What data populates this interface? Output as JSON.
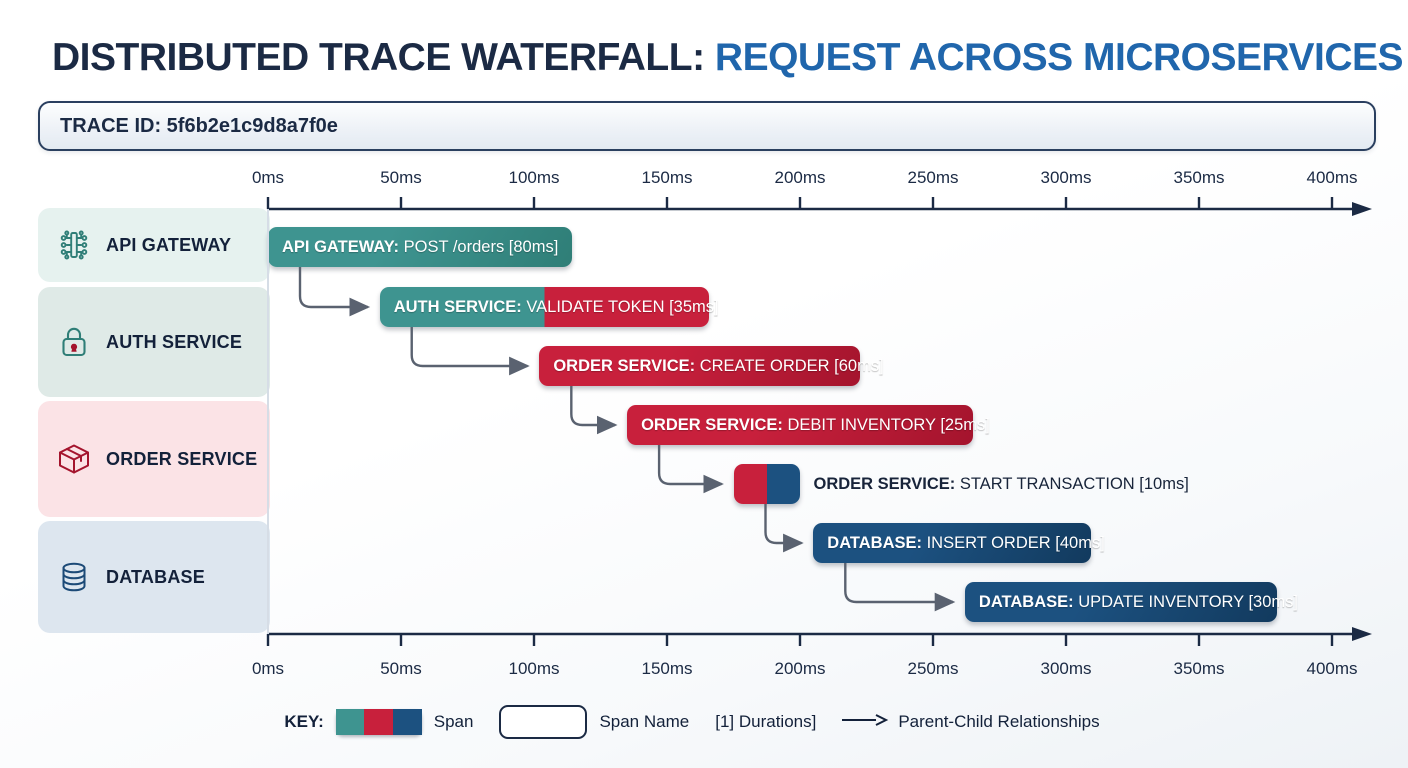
{
  "title": {
    "part1": "DISTRIBUTED TRACE WATERFALL:",
    "part2": "REQUEST ACROSS MICROSERVICES",
    "color1": "#1b2a44",
    "color2": "#2066ac"
  },
  "trace": {
    "label": "TRACE ID: 5f6b2e1c9d8a7f0e"
  },
  "axis": {
    "ticks": [
      "0ms",
      "50ms",
      "100ms",
      "150ms",
      "200ms",
      "250ms",
      "300ms",
      "350ms",
      "400ms"
    ],
    "tick_values": [
      0,
      50,
      100,
      150,
      200,
      250,
      300,
      350,
      400
    ],
    "min_ms": 0,
    "max_ms": 400,
    "unit": "ms"
  },
  "lanes": [
    {
      "label": "API GATEWAY",
      "icon": "circuit-chip-icon",
      "bg": "#e6f2ef",
      "icon_color": "#2f7e77"
    },
    {
      "label": "AUTH SERVICE",
      "icon": "lock-icon",
      "bg": "#dfeae7",
      "icon_color": "#2f7e77"
    },
    {
      "label": "ORDER SERVICE",
      "icon": "package-box-icon",
      "bg": "#fbe3e6",
      "icon_color": "#a4142d"
    },
    {
      "label": "DATABASE",
      "icon": "database-icon",
      "bg": "#dde6ef",
      "icon_color": "#1c4a77"
    }
  ],
  "colors": {
    "teal": "#3e9490",
    "teal_dark": "#2f7e77",
    "crimson": "#c8203c",
    "crimson_dark": "#a4142d",
    "navy": "#1c5180",
    "navy_dark": "#123a5e",
    "axis": "#1b2a44",
    "connector": "#5a6270"
  },
  "chart_data": {
    "type": "bar",
    "title": "DISTRIBUTED TRACE WATERFALL: REQUEST ACROSS MICROSERVICES",
    "xlabel": "",
    "ylabel": "",
    "xlim": [
      0,
      400
    ],
    "grid": false,
    "legend_position": "bottom",
    "categories": [
      "API GATEWAY: POST /orders",
      "AUTH SERVICE: VALIDATE TOKEN",
      "ORDER SERVICE: CREATE ORDER",
      "ORDER SERVICE: DEBIT INVENTORY",
      "ORDER SERVICE: START TRANSACTION",
      "DATABASE: INSERT ORDER",
      "DATABASE: UPDATE INVENTORY"
    ],
    "values": [
      80,
      35,
      60,
      25,
      10,
      40,
      30
    ],
    "spans": [
      {
        "service": "API GATEWAY",
        "operation": "POST /orders",
        "duration_ms": 80,
        "start_ms": 0,
        "lane": 0,
        "parent": null,
        "fill": [
          "#3e9490"
        ],
        "label_inside": true
      },
      {
        "service": "AUTH SERVICE",
        "operation": "VALIDATE TOKEN",
        "duration_ms": 35,
        "start_ms": 42,
        "lane": 1,
        "parent": "API GATEWAY: POST /orders",
        "fill": [
          "#3e9490",
          "#c8203c"
        ],
        "label_inside": true
      },
      {
        "service": "ORDER SERVICE",
        "operation": "CREATE ORDER",
        "duration_ms": 60,
        "start_ms": 102,
        "lane": 2,
        "parent": "AUTH SERVICE: VALIDATE TOKEN",
        "fill": [
          "#c8203c"
        ],
        "label_inside": true
      },
      {
        "service": "ORDER SERVICE",
        "operation": "DEBIT INVENTORY",
        "duration_ms": 25,
        "start_ms": 135,
        "lane": 2,
        "parent": "ORDER SERVICE: CREATE ORDER",
        "fill": [
          "#c8203c"
        ],
        "label_inside": true
      },
      {
        "service": "ORDER SERVICE",
        "operation": "START TRANSACTION",
        "duration_ms": 10,
        "start_ms": 175,
        "lane": 2,
        "parent": "ORDER SERVICE: DEBIT INVENTORY",
        "fill": [
          "#c8203c",
          "#1c5180"
        ],
        "label_inside": false
      },
      {
        "service": "DATABASE",
        "operation": "INSERT ORDER",
        "duration_ms": 40,
        "start_ms": 205,
        "lane": 3,
        "parent": "ORDER SERVICE: START TRANSACTION",
        "fill": [
          "#1c5180"
        ],
        "label_inside": true
      },
      {
        "service": "DATABASE",
        "operation": "UPDATE INVENTORY",
        "duration_ms": 30,
        "start_ms": 262,
        "lane": 3,
        "parent": "DATABASE: INSERT ORDER",
        "fill": [
          "#1c5180"
        ],
        "label_inside": true
      }
    ]
  },
  "spans_text": [
    {
      "service": "API GATEWAY:",
      "op": " POST /orders [80ms]"
    },
    {
      "service": "AUTH SERVICE:",
      "op": " VALIDATE TOKEN [35ms]"
    },
    {
      "service": "ORDER SERVICE:",
      "op": " CREATE ORDER [60ms]"
    },
    {
      "service": "ORDER SERVICE:",
      "op": " DEBIT INVENTORY [25ms]"
    },
    {
      "service": "ORDER SERVICE:",
      "op": " START TRANSACTION [10ms]"
    },
    {
      "service": "DATABASE:",
      "op": " INSERT ORDER [40ms]"
    },
    {
      "service": "DATABASE:",
      "op": " UPDATE INVENTORY [30ms]"
    }
  ],
  "legend": {
    "key_label": "KEY:",
    "span_label": "Span",
    "span_name_label": "Span Name",
    "durations_label": "[1] Durations]",
    "relationships_label": "Parent-Child Relationships"
  }
}
